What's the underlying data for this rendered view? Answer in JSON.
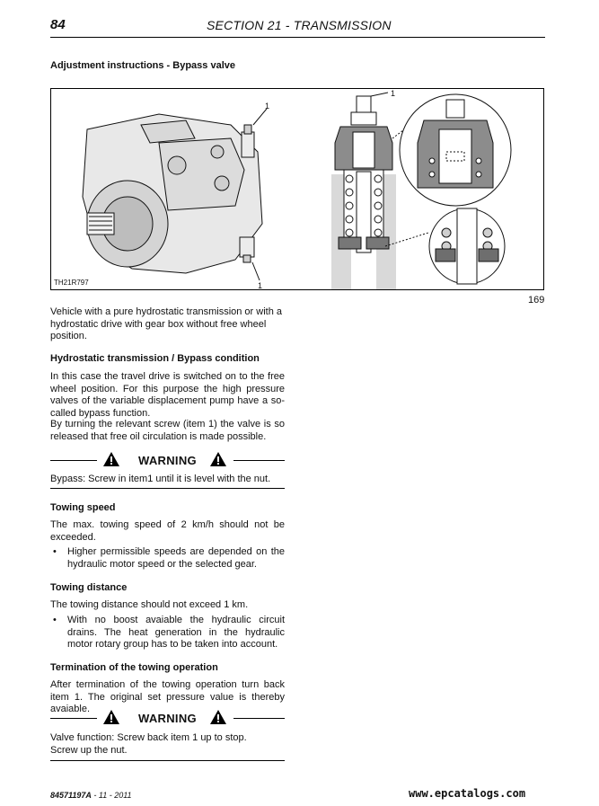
{
  "header": {
    "page_number": "84",
    "section_title": "SECTION 21 - TRANSMISSION"
  },
  "main_heading": "Adjustment instructions - Bypass valve",
  "figure": {
    "code": "TH21R797",
    "number": "169",
    "callout": "1"
  },
  "intro": "Vehicle with a pure hydrostatic transmission or with a hydrostatic drive with gear box without free wheel position.",
  "hydro": {
    "heading": "Hydrostatic transmission / Bypass condition",
    "p1": "In this case the travel drive is switched on to the free wheel position. For this purpose the high pressure valves of the variable displacement pump have a so-called bypass function.",
    "p2": "By turning the relevant screw (item 1) the valve is so released that free oil circulation is made possible."
  },
  "warning1": {
    "label": "WARNING",
    "text": "Bypass: Screw in item1 until it is level with the nut."
  },
  "towing_speed": {
    "heading": "Towing speed",
    "text": "The max. towing speed of 2 km/h should not be exceeded.",
    "bullet": "Higher permissible speeds are depended on the hydraulic motor speed or the selected gear."
  },
  "towing_distance": {
    "heading": "Towing distance",
    "text": "The towing distance should not exceed 1 km.",
    "bullet": "With no boost avaiable the hydraulic circuit drains. The heat generation in the hydraulic motor rotary group has to be taken into account."
  },
  "termination": {
    "heading": "Termination of the towing operation",
    "text": "After termination of the towing operation turn back item 1. The original set pressure value is thereby avaiable."
  },
  "warning2": {
    "label": "WARNING",
    "text": "Valve function: Screw back item 1 up to stop. Screw up the nut."
  },
  "footer": {
    "doc_code": "84571197A",
    "date": " - 11 - 2011",
    "website": "www.epcatalogs.com"
  },
  "bullet_symbol": "•"
}
